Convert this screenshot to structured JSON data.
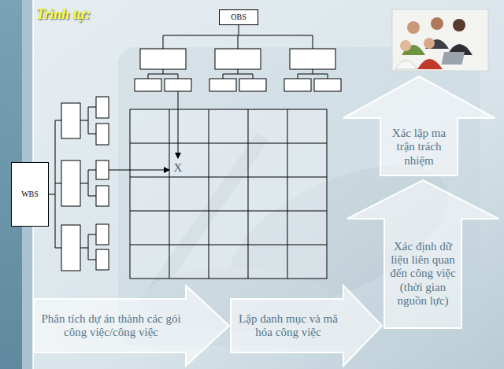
{
  "diagram": {
    "title": "Trình tự:",
    "nodes": [
      {
        "text": [
          "OBS"
        ]
      },
      {
        "text": [
          "WBS"
        ]
      },
      {
        "text": [
          "Xác lập ma trận trách nhiệm"
        ]
      },
      {
        "text": [
          "Xác định dữ liệu liên quan đến công việc (thời gian nguồn lực)"
        ]
      },
      {
        "text": [
          "Phân tích dự án thành các gói công việc/công việc"
        ]
      },
      {
        "text": [
          "Lập danh mục và mã hóa công việc"
        ]
      }
    ],
    "labels": [
      "X"
    ]
  }
}
